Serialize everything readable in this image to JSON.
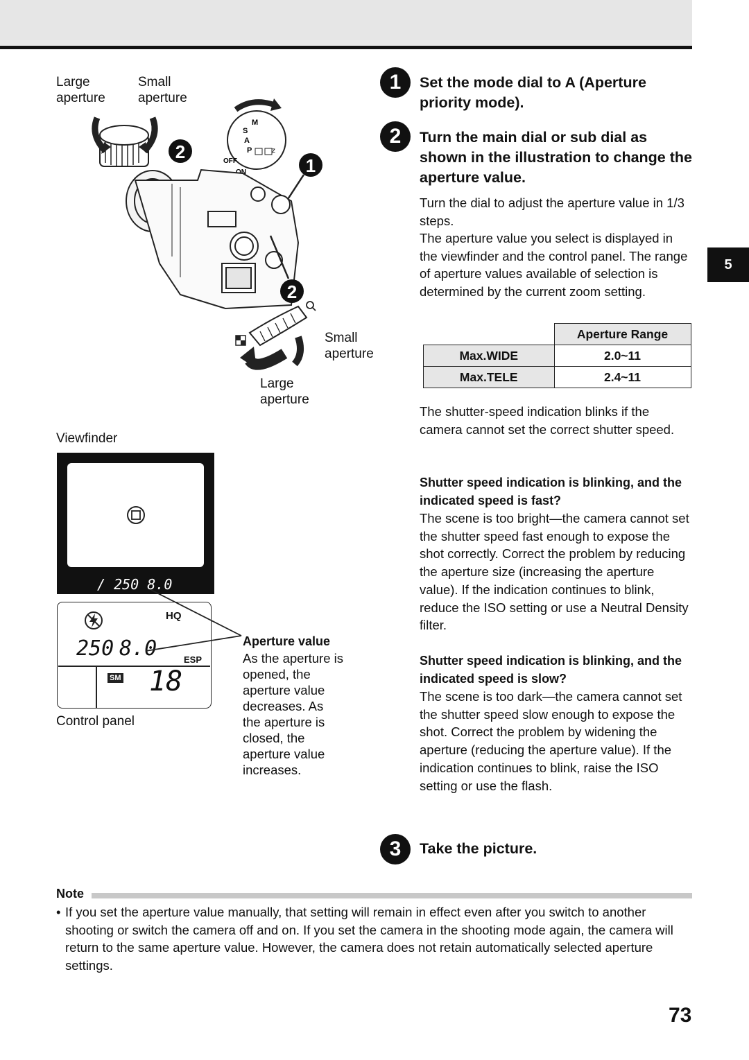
{
  "header": {
    "side_tab": "5"
  },
  "illustration": {
    "top_labels": {
      "large": "Large\naperture",
      "small": "Small\naperture"
    },
    "dial_letters": {
      "m": "M",
      "s": "S",
      "a": "A",
      "p": "P"
    },
    "power": {
      "off": "OFF",
      "on": "ON"
    },
    "callout_1": "1",
    "callout_2": "2",
    "lower_small": "Small\naperture",
    "lower_large": "Large\naperture"
  },
  "viewfinder": {
    "label": "Viewfinder",
    "readout": "/ 250 8.0"
  },
  "control_panel": {
    "label": "Control panel",
    "hq": "HQ",
    "esp": "ESP",
    "sm": "SM",
    "shutter": "250",
    "aperture": "8.0",
    "count": "18"
  },
  "aperture_value": {
    "title": "Aperture value",
    "text": "As the aperture is\nopened, the\naperture value\ndecreases. As\nthe aperture is\nclosed, the\naperture value\nincreases."
  },
  "steps": [
    {
      "num": "1",
      "text": "Set the mode dial to A (Aperture priority mode)."
    },
    {
      "num": "2",
      "text": "Turn the main dial or sub dial as shown in the illustration to change the aperture value."
    },
    {
      "num": "3",
      "text": "Take the picture."
    }
  ],
  "step2_body": {
    "p1": "Turn the dial to adjust the aperture value in 1/3 steps.",
    "p2": "The aperture value you select is displayed in the viewfinder and the control panel. The range of aperture values available of selection is determined by the current zoom setting."
  },
  "aperture_table": {
    "header": "Aperture Range",
    "rows": [
      {
        "label": "Max.WIDE",
        "value": "2.0~11"
      },
      {
        "label": "Max.TELE",
        "value": "2.4~11"
      }
    ]
  },
  "blink_text": "The shutter-speed indication blinks if the camera cannot set the correct shutter speed.",
  "fast": {
    "question": "Shutter speed indication is blinking, and the indicated speed is fast?",
    "answer": "The scene is too bright—the camera cannot set the shutter speed fast enough to expose the shot correctly. Correct the problem by reducing the aperture size (increasing the aperture value). If the indication continues to blink, reduce the ISO setting or use a Neutral Density filter."
  },
  "slow": {
    "question": "Shutter speed indication is blinking, and the indicated speed is slow?",
    "answer": "The scene is too dark—the camera cannot set the shutter speed slow enough to expose the shot. Correct the problem by widening the aperture (reducing the aperture value). If the indication continues to blink, raise the ISO setting or use the flash."
  },
  "note": {
    "label": "Note",
    "bullet": "•",
    "text": "If you set the aperture value manually, that setting will remain in effect even after you switch to another shooting or switch the camera off and on. If you set the camera in the shooting mode again, the camera will return to the same aperture value. However, the camera does not retain automatically selected aperture settings."
  },
  "page_number": "73"
}
